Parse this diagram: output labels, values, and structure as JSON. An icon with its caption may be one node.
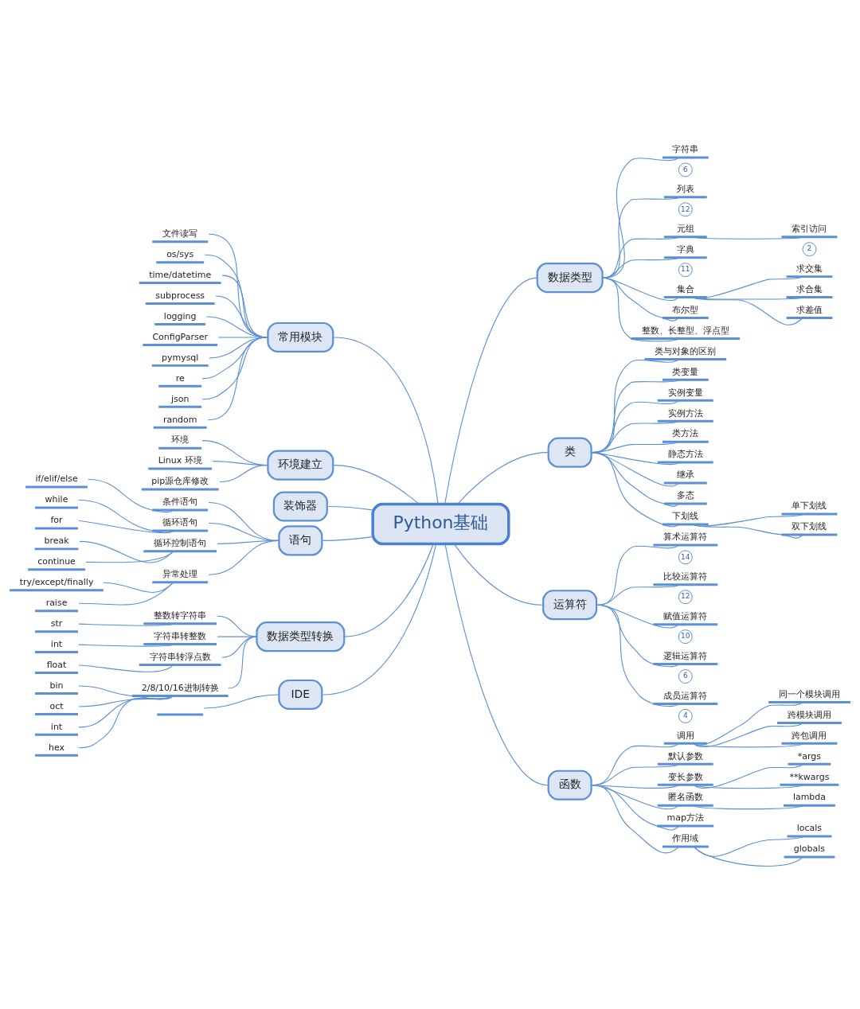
{
  "diagram": {
    "nodes": [
      {
        "text": [
          "Python基础"
        ]
      },
      {
        "text": [
          "常用模块"
        ]
      },
      {
        "text": [
          "文件读写"
        ]
      },
      {
        "text": [
          "os/sys"
        ]
      },
      {
        "text": [
          "time/datetime"
        ]
      },
      {
        "text": [
          "subprocess"
        ]
      },
      {
        "text": [
          "logging"
        ]
      },
      {
        "text": [
          "ConfigParser"
        ]
      },
      {
        "text": [
          "pymysql"
        ]
      },
      {
        "text": [
          "re"
        ]
      },
      {
        "text": [
          "json"
        ]
      },
      {
        "text": [
          "random"
        ]
      },
      {
        "text": [
          "环境建立"
        ]
      },
      {
        "text": [
          "环境"
        ]
      },
      {
        "text": [
          "Linux 环境"
        ]
      },
      {
        "text": [
          "pip源仓库修改"
        ]
      },
      {
        "text": [
          "装饰器"
        ]
      },
      {
        "text": [
          "语句"
        ]
      },
      {
        "text": [
          "条件语句"
        ]
      },
      {
        "text": [
          "if/elif/else"
        ]
      },
      {
        "text": [
          "循环语句"
        ]
      },
      {
        "text": [
          "while"
        ]
      },
      {
        "text": [
          "for"
        ]
      },
      {
        "text": [
          "循环控制语句"
        ]
      },
      {
        "text": [
          "break"
        ]
      },
      {
        "text": [
          "continue"
        ]
      },
      {
        "text": [
          "异常处理"
        ]
      },
      {
        "text": [
          "try/except/finally"
        ]
      },
      {
        "text": [
          "raise"
        ]
      },
      {
        "text": [
          "数据类型转换"
        ]
      },
      {
        "text": [
          "整数转字符串"
        ]
      },
      {
        "text": [
          "str"
        ]
      },
      {
        "text": [
          "字符串转整数"
        ]
      },
      {
        "text": [
          "int"
        ]
      },
      {
        "text": [
          "字符串转浮点数"
        ]
      },
      {
        "text": [
          "float"
        ]
      },
      {
        "text": [
          "2/8/10/16进制转换"
        ]
      },
      {
        "text": [
          "bin"
        ]
      },
      {
        "text": [
          "oct"
        ]
      },
      {
        "text": [
          "int"
        ]
      },
      {
        "text": [
          "hex"
        ]
      },
      {
        "text": [
          "IDE"
        ]
      },
      {
        "text": [],
        "shape": "bar"
      },
      {
        "text": [
          "数据类型"
        ]
      },
      {
        "text": [
          "字符串"
        ],
        "beside": [
          "6"
        ]
      },
      {
        "text": [
          "列表"
        ],
        "beside": [
          "12"
        ]
      },
      {
        "text": [
          "元组"
        ]
      },
      {
        "text": [
          "索引访问"
        ],
        "beside": [
          "2"
        ]
      },
      {
        "text": [
          "字典"
        ],
        "beside": [
          "11"
        ]
      },
      {
        "text": [
          "集合"
        ]
      },
      {
        "text": [
          "求交集"
        ]
      },
      {
        "text": [
          "求合集"
        ]
      },
      {
        "text": [
          "求差值"
        ]
      },
      {
        "text": [
          "布尔型"
        ]
      },
      {
        "text": [
          "整数、长整型、浮点型"
        ]
      },
      {
        "text": [
          "类"
        ]
      },
      {
        "text": [
          "类与对象的区别"
        ]
      },
      {
        "text": [
          "类变量"
        ]
      },
      {
        "text": [
          "实例变量"
        ]
      },
      {
        "text": [
          "实例方法"
        ]
      },
      {
        "text": [
          "类方法"
        ]
      },
      {
        "text": [
          "静态方法"
        ]
      },
      {
        "text": [
          "继承"
        ]
      },
      {
        "text": [
          "多态"
        ]
      },
      {
        "text": [
          "下划线"
        ]
      },
      {
        "text": [
          "单下划线"
        ]
      },
      {
        "text": [
          "双下划线"
        ]
      },
      {
        "text": [
          "运算符"
        ]
      },
      {
        "text": [
          "算术运算符"
        ],
        "beside": [
          "14"
        ]
      },
      {
        "text": [
          "比较运算符"
        ],
        "beside": [
          "12"
        ]
      },
      {
        "text": [
          "赋值运算符"
        ],
        "beside": [
          "10"
        ]
      },
      {
        "text": [
          "逻辑运算符"
        ],
        "beside": [
          "6"
        ]
      },
      {
        "text": [
          "成员运算符"
        ],
        "beside": [
          "4"
        ]
      },
      {
        "text": [
          "函数"
        ]
      },
      {
        "text": [
          "调用"
        ]
      },
      {
        "text": [
          "同一个模块调用"
        ]
      },
      {
        "text": [
          "跨模块调用"
        ]
      },
      {
        "text": [
          "跨包调用"
        ]
      },
      {
        "text": [
          "默认参数"
        ]
      },
      {
        "text": [
          "变长参数"
        ]
      },
      {
        "text": [
          "*args"
        ]
      },
      {
        "text": [
          "**kwargs"
        ]
      },
      {
        "text": [
          "匿名函数"
        ]
      },
      {
        "text": [
          "lambda"
        ]
      },
      {
        "text": [
          "map方法"
        ]
      },
      {
        "text": [
          "作用域"
        ]
      },
      {
        "text": [
          "locals"
        ]
      },
      {
        "text": [
          "globals"
        ]
      }
    ],
    "edges": [
      {
        "from": 0,
        "to": 1,
        "arrow": "none"
      },
      {
        "from": 1,
        "to": 2,
        "arrow": "none"
      },
      {
        "from": 1,
        "to": 3,
        "arrow": "none"
      },
      {
        "from": 1,
        "to": 4,
        "arrow": "none"
      },
      {
        "from": 1,
        "to": 5,
        "arrow": "none"
      },
      {
        "from": 1,
        "to": 6,
        "arrow": "none"
      },
      {
        "from": 1,
        "to": 7,
        "arrow": "none"
      },
      {
        "from": 1,
        "to": 8,
        "arrow": "none"
      },
      {
        "from": 1,
        "to": 9,
        "arrow": "none"
      },
      {
        "from": 1,
        "to": 10,
        "arrow": "none"
      },
      {
        "from": 1,
        "to": 11,
        "arrow": "none"
      },
      {
        "from": 0,
        "to": 12,
        "arrow": "none"
      },
      {
        "from": 12,
        "to": 13,
        "arrow": "none"
      },
      {
        "from": 12,
        "to": 14,
        "arrow": "none"
      },
      {
        "from": 12,
        "to": 15,
        "arrow": "none"
      },
      {
        "from": 0,
        "to": 16,
        "arrow": "none"
      },
      {
        "from": 0,
        "to": 17,
        "arrow": "none"
      },
      {
        "from": 17,
        "to": 18,
        "arrow": "none"
      },
      {
        "from": 18,
        "to": 19,
        "arrow": "none"
      },
      {
        "from": 17,
        "to": 20,
        "arrow": "none"
      },
      {
        "from": 20,
        "to": 21,
        "arrow": "none"
      },
      {
        "from": 20,
        "to": 22,
        "arrow": "none"
      },
      {
        "from": 17,
        "to": 23,
        "arrow": "none"
      },
      {
        "from": 23,
        "to": 24,
        "arrow": "none"
      },
      {
        "from": 23,
        "to": 25,
        "arrow": "none"
      },
      {
        "from": 17,
        "to": 26,
        "arrow": "none"
      },
      {
        "from": 26,
        "to": 27,
        "arrow": "none"
      },
      {
        "from": 26,
        "to": 28,
        "arrow": "none"
      },
      {
        "from": 0,
        "to": 29,
        "arrow": "none"
      },
      {
        "from": 29,
        "to": 30,
        "arrow": "none"
      },
      {
        "from": 30,
        "to": 31,
        "arrow": "none"
      },
      {
        "from": 29,
        "to": 32,
        "arrow": "none"
      },
      {
        "from": 32,
        "to": 33,
        "arrow": "none"
      },
      {
        "from": 29,
        "to": 34,
        "arrow": "none"
      },
      {
        "from": 34,
        "to": 35,
        "arrow": "none"
      },
      {
        "from": 29,
        "to": 36,
        "arrow": "none"
      },
      {
        "from": 36,
        "to": 37,
        "arrow": "none"
      },
      {
        "from": 36,
        "to": 38,
        "arrow": "none"
      },
      {
        "from": 36,
        "to": 39,
        "arrow": "none"
      },
      {
        "from": 36,
        "to": 40,
        "arrow": "none"
      },
      {
        "from": 0,
        "to": 41,
        "arrow": "none"
      },
      {
        "from": 41,
        "to": 42,
        "arrow": "none"
      },
      {
        "from": 0,
        "to": 43,
        "arrow": "none"
      },
      {
        "from": 43,
        "to": 44,
        "arrow": "none"
      },
      {
        "from": 43,
        "to": 45,
        "arrow": "none"
      },
      {
        "from": 43,
        "to": 46,
        "arrow": "none"
      },
      {
        "from": 46,
        "to": 47,
        "arrow": "none"
      },
      {
        "from": 43,
        "to": 48,
        "arrow": "none"
      },
      {
        "from": 43,
        "to": 49,
        "arrow": "none"
      },
      {
        "from": 49,
        "to": 50,
        "arrow": "none"
      },
      {
        "from": 49,
        "to": 51,
        "arrow": "none"
      },
      {
        "from": 49,
        "to": 52,
        "arrow": "none"
      },
      {
        "from": 43,
        "to": 53,
        "arrow": "none"
      },
      {
        "from": 43,
        "to": 54,
        "arrow": "none"
      },
      {
        "from": 0,
        "to": 55,
        "arrow": "none"
      },
      {
        "from": 55,
        "to": 56,
        "arrow": "none"
      },
      {
        "from": 55,
        "to": 57,
        "arrow": "none"
      },
      {
        "from": 55,
        "to": 58,
        "arrow": "none"
      },
      {
        "from": 55,
        "to": 59,
        "arrow": "none"
      },
      {
        "from": 55,
        "to": 60,
        "arrow": "none"
      },
      {
        "from": 55,
        "to": 61,
        "arrow": "none"
      },
      {
        "from": 55,
        "to": 62,
        "arrow": "none"
      },
      {
        "from": 55,
        "to": 63,
        "arrow": "none"
      },
      {
        "from": 55,
        "to": 64,
        "arrow": "none"
      },
      {
        "from": 64,
        "to": 65,
        "arrow": "none"
      },
      {
        "from": 64,
        "to": 66,
        "arrow": "none"
      },
      {
        "from": 0,
        "to": 67,
        "arrow": "none"
      },
      {
        "from": 67,
        "to": 68,
        "arrow": "none"
      },
      {
        "from": 67,
        "to": 69,
        "arrow": "none"
      },
      {
        "from": 67,
        "to": 70,
        "arrow": "none"
      },
      {
        "from": 67,
        "to": 71,
        "arrow": "none"
      },
      {
        "from": 67,
        "to": 72,
        "arrow": "none"
      },
      {
        "from": 0,
        "to": 73,
        "arrow": "none"
      },
      {
        "from": 73,
        "to": 74,
        "arrow": "none"
      },
      {
        "from": 74,
        "to": 75,
        "arrow": "none"
      },
      {
        "from": 74,
        "to": 76,
        "arrow": "none"
      },
      {
        "from": 74,
        "to": 77,
        "arrow": "none"
      },
      {
        "from": 73,
        "to": 78,
        "arrow": "none"
      },
      {
        "from": 73,
        "to": 79,
        "arrow": "none"
      },
      {
        "from": 79,
        "to": 80,
        "arrow": "none"
      },
      {
        "from": 79,
        "to": 81,
        "arrow": "none"
      },
      {
        "from": 73,
        "to": 82,
        "arrow": "none"
      },
      {
        "from": 82,
        "to": 83,
        "arrow": "none"
      },
      {
        "from": 73,
        "to": 84,
        "arrow": "none"
      },
      {
        "from": 73,
        "to": 85,
        "arrow": "none"
      },
      {
        "from": 85,
        "to": 86,
        "arrow": "none"
      },
      {
        "from": 85,
        "to": 87,
        "arrow": "none"
      }
    ]
  }
}
